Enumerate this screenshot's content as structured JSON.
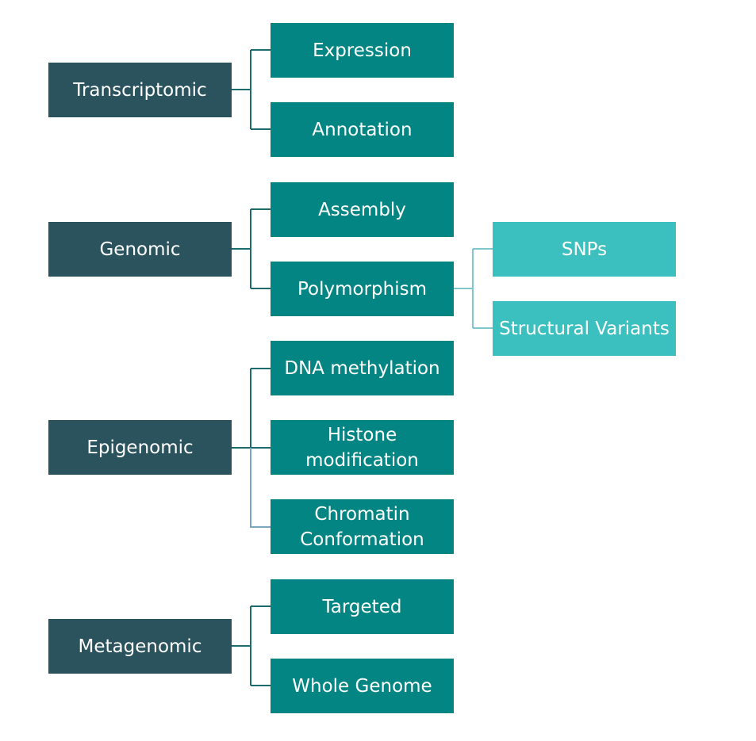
{
  "colors": {
    "category": "#2a535e",
    "subcategory": "#038683",
    "leaf": "#3bbfbf",
    "connector_dark": "#1d6a6d",
    "connector_light": "#7ec8cc"
  },
  "categories": [
    {
      "label": "Transcriptomic",
      "children": [
        "Expression",
        "Annotation"
      ]
    },
    {
      "label": "Genomic",
      "children": [
        "Assembly",
        "Polymorphism"
      ]
    },
    {
      "label": "Epigenomic",
      "children": [
        "DNA methylation",
        "Histone\nmodification",
        "Chromatin\nConformation"
      ]
    },
    {
      "label": "Metagenomic",
      "children": [
        "Targeted",
        "Whole Genome"
      ]
    }
  ],
  "polymorphism_children": [
    "SNPs",
    "Structural Variants"
  ]
}
